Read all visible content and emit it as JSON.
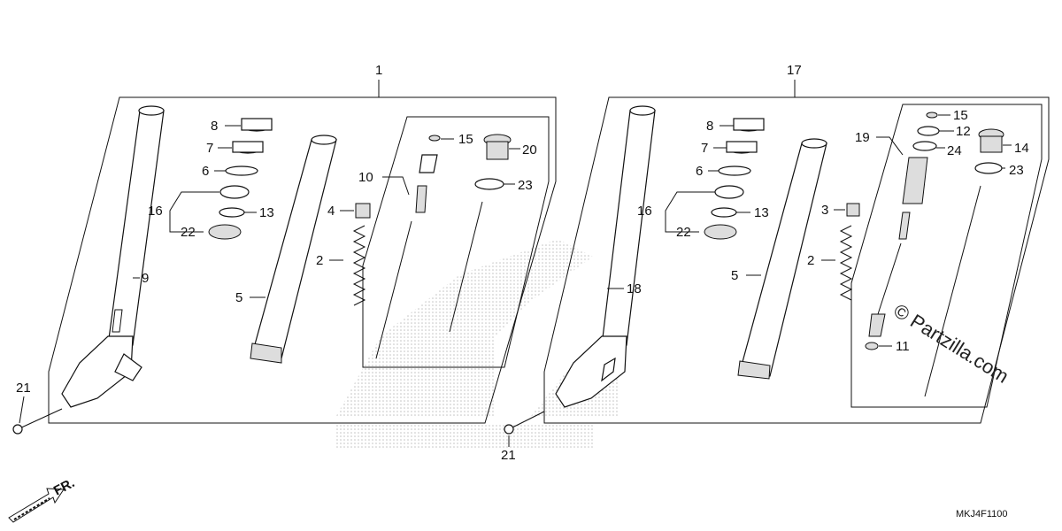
{
  "diagram": {
    "code": "MKJ4F1100",
    "front_label": "FR.",
    "watermark": "© Partzilla.com",
    "left_assembly": {
      "number": "1",
      "labels": [
        "8",
        "7",
        "6",
        "16",
        "13",
        "22",
        "9",
        "5",
        "4",
        "2",
        "10",
        "15",
        "20",
        "23",
        "21"
      ]
    },
    "right_assembly": {
      "number": "17",
      "labels": [
        "8",
        "7",
        "6",
        "16",
        "13",
        "22",
        "18",
        "5",
        "3",
        "2",
        "19",
        "15",
        "12",
        "24",
        "14",
        "23",
        "11",
        "21"
      ]
    }
  }
}
